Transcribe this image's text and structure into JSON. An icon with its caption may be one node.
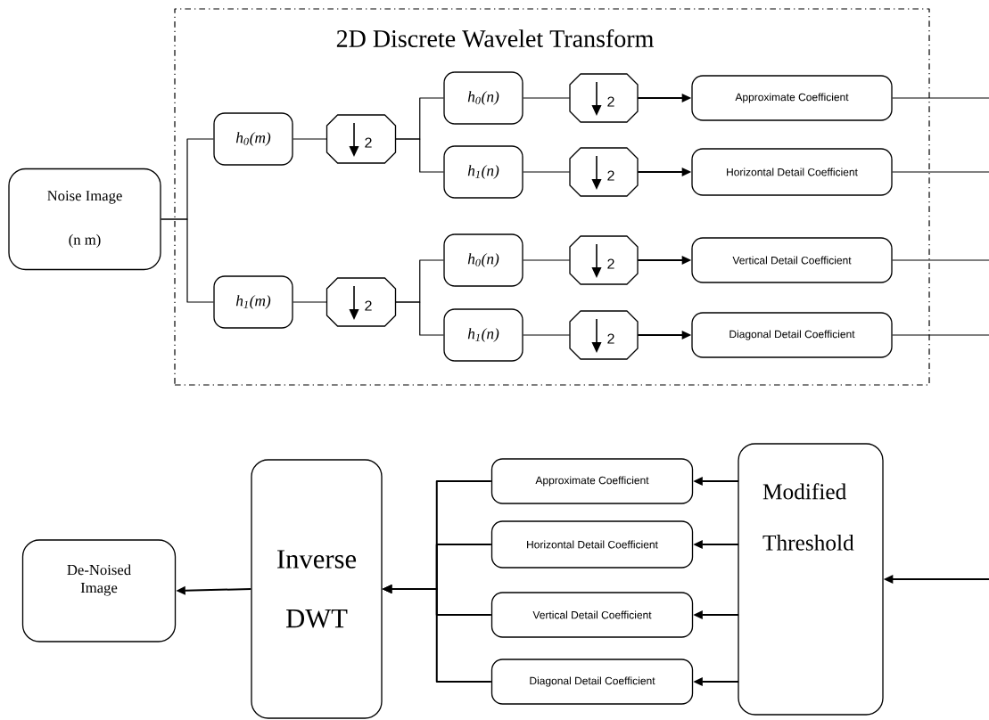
{
  "diagram": {
    "nodes": [
      {
        "text": [
          "2D Discrete Wavelet Transform"
        ]
      },
      {
        "text": [
          "Noise Image",
          "(n m)"
        ]
      },
      {
        "text": [
          "h$_{0}$(m)"
        ],
        "in": 0
      },
      {
        "text": [
          "2"
        ],
        "in": 0
      },
      {
        "text": [
          "h$_{1}$(m)"
        ],
        "in": 0
      },
      {
        "text": [
          "2"
        ],
        "in": 0
      },
      {
        "text": [
          "h$_{0}$(n)"
        ],
        "in": 0
      },
      {
        "text": [
          "2"
        ],
        "in": 0
      },
      {
        "text": [
          "Approximate Coefficient"
        ],
        "in": 0
      },
      {
        "text": [
          "h$_{1}$(n)"
        ],
        "in": 0
      },
      {
        "text": [
          "2"
        ],
        "in": 0
      },
      {
        "text": [
          "Horizontal Detail Coefficient"
        ],
        "in": 0
      },
      {
        "text": [
          "h$_{0}$(n)"
        ],
        "in": 0
      },
      {
        "text": [
          "2"
        ],
        "in": 0
      },
      {
        "text": [
          "Vertical Detail Coefficient"
        ],
        "in": 0
      },
      {
        "text": [
          "h$_{1}$(n)"
        ],
        "in": 0
      },
      {
        "text": [
          "2"
        ],
        "in": 0
      },
      {
        "text": [
          "Diagonal Detail Coefficient"
        ],
        "in": 0
      },
      {
        "text": [
          "De-Noised Image"
        ]
      },
      {
        "text": [
          "Inverse DWT"
        ]
      },
      {
        "text": [
          "Approximate Coefficient"
        ]
      },
      {
        "text": [
          "Horizontal Detail Coefficient"
        ]
      },
      {
        "text": [
          "Vertical Detail Coefficient"
        ]
      },
      {
        "text": [
          "Diagonal Detail Coefficient"
        ]
      },
      {
        "text": [
          "Modified Threshold"
        ]
      }
    ],
    "edges": [
      {
        "from": 1,
        "to": 2,
        "arrow": "none"
      },
      {
        "from": 1,
        "to": 4,
        "arrow": "none"
      },
      {
        "from": 2,
        "to": 3,
        "arrow": "none"
      },
      {
        "from": 4,
        "to": 5,
        "arrow": "none"
      },
      {
        "from": 3,
        "to": 6,
        "arrow": "none"
      },
      {
        "from": 3,
        "to": 9,
        "arrow": "none"
      },
      {
        "from": 5,
        "to": 12,
        "arrow": "none"
      },
      {
        "from": 5,
        "to": 15,
        "arrow": "none"
      },
      {
        "from": 6,
        "to": 7,
        "arrow": "none"
      },
      {
        "from": 9,
        "to": 10,
        "arrow": "none"
      },
      {
        "from": 12,
        "to": 13,
        "arrow": "none"
      },
      {
        "from": 15,
        "to": 16,
        "arrow": "none"
      },
      {
        "from": 7,
        "to": 8,
        "arrow": "to"
      },
      {
        "from": 10,
        "to": 11,
        "arrow": "to"
      },
      {
        "from": 13,
        "to": 14,
        "arrow": "to"
      },
      {
        "from": 16,
        "to": 17,
        "arrow": "to"
      },
      {
        "from": 8,
        "to": null,
        "arrow": "none"
      },
      {
        "from": 11,
        "to": null,
        "arrow": "none"
      },
      {
        "from": 14,
        "to": null,
        "arrow": "none"
      },
      {
        "from": 17,
        "to": null,
        "arrow": "none"
      },
      {
        "from": null,
        "to": 24,
        "arrow": "to"
      },
      {
        "from": 24,
        "to": 20,
        "arrow": "to"
      },
      {
        "from": 24,
        "to": 21,
        "arrow": "to"
      },
      {
        "from": 24,
        "to": 22,
        "arrow": "to"
      },
      {
        "from": 24,
        "to": 23,
        "arrow": "to"
      },
      {
        "from": 20,
        "to": 19,
        "arrow": "to"
      },
      {
        "from": 21,
        "to": 19,
        "arrow": "to"
      },
      {
        "from": 22,
        "to": 19,
        "arrow": "to"
      },
      {
        "from": 23,
        "to": 19,
        "arrow": "to"
      },
      {
        "from": 19,
        "to": 18,
        "arrow": "to"
      }
    ]
  }
}
